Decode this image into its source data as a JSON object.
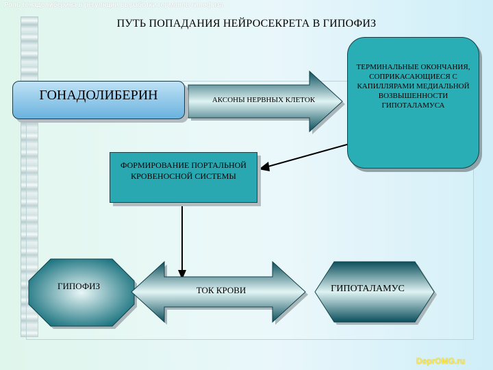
{
  "header": {
    "caption": "Роль гонадолиберина в регуляции выработки гормонов гипофиза",
    "title": "ПУТЬ ПОПАДАНИЯ НЕЙРОСЕКРЕТА В ГИПОФИЗ"
  },
  "nodes": {
    "gonadoliberin": "ГОНАДОЛИБЕРИН",
    "axons": "АКСОНЫ НЕРВНЫХ КЛЕТОК",
    "terminals": "ТЕРМИНАЛЬНЫЕ ОКОНЧАНИЯ, СОПРИКАСАЮЩИЕСЯ С КАПИЛЛЯРАМИ МЕДИАЛЬНОЙ ВОЗВЫШЕННОСТИ ГИПОТАЛАМУСА",
    "formation": "ФОРМИРОВАНИЕ ПОРТАЛЬНОЙ КРОВЕНОСНОЙ СИСТЕМЫ",
    "hypophysis": "ГИПОФИЗ",
    "blood_flow": "ТОК КРОВИ",
    "hypothalamus": "ГИПОТАЛАМУС"
  },
  "footer": {
    "mark": "DeprOMG.ru"
  },
  "colors": {
    "teal": "#29a8b2",
    "blue_box": "#6ab2de",
    "arrow_fill": "#0c5d6a"
  },
  "icons": {
    "connector_arrow": "arrow-head"
  }
}
